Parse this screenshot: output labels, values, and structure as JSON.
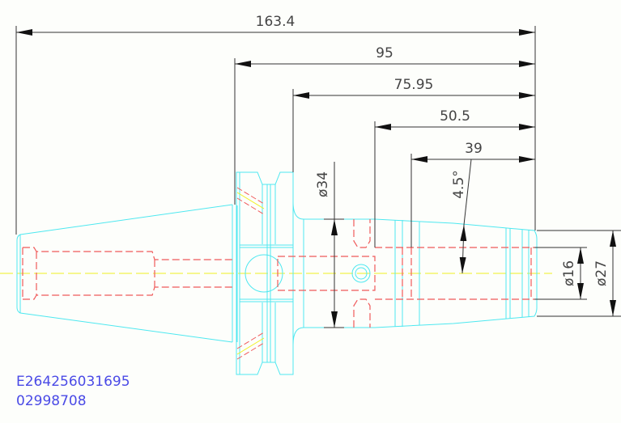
{
  "dimensions": {
    "overall_length": "163.4",
    "flange_to_end": "95",
    "body_to_end": "75.95",
    "bore_start_to_end": "50.5",
    "taper_length": "39",
    "taper_angle": "4.5°",
    "body_diameter": "ø34",
    "bore_diameter": "ø16",
    "nose_diameter": "ø27"
  },
  "labels": {
    "part_code": "E264256031695",
    "item_number": "02998708"
  },
  "colors": {
    "outline": "#4ee8f0",
    "hidden_lines": "#f05a5a",
    "centerline": "#f0f020",
    "dimension": "#333333",
    "code_text": "#4a4ae6"
  }
}
